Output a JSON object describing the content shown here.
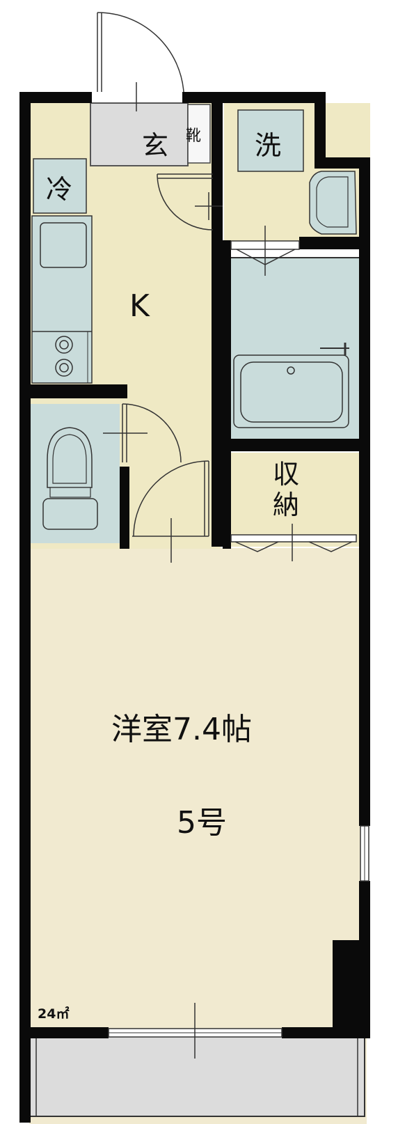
{
  "rooms": {
    "entrance": "玄",
    "shoe_storage": "靴",
    "laundry": "洗",
    "fridge": "冷",
    "kitchen": "K",
    "storage_line1": "収",
    "storage_line2": "納",
    "western_room": "洋室7.4帖",
    "unit_number": "5号",
    "area": "24㎡"
  },
  "colors": {
    "wall": "#0a0a0a",
    "room_floor": "#f1ead0",
    "kitchen_floor": "#efe9c4",
    "fixture": "#c9dcdb",
    "entrance_floor": "#dcdcdc",
    "balcony": "#dcdcdc"
  },
  "icons": [
    "door-swing-icon",
    "sliding-door-icon",
    "stove-icon",
    "sink-icon",
    "toilet-icon",
    "bathtub-icon",
    "washbasin-icon",
    "window-icon"
  ]
}
